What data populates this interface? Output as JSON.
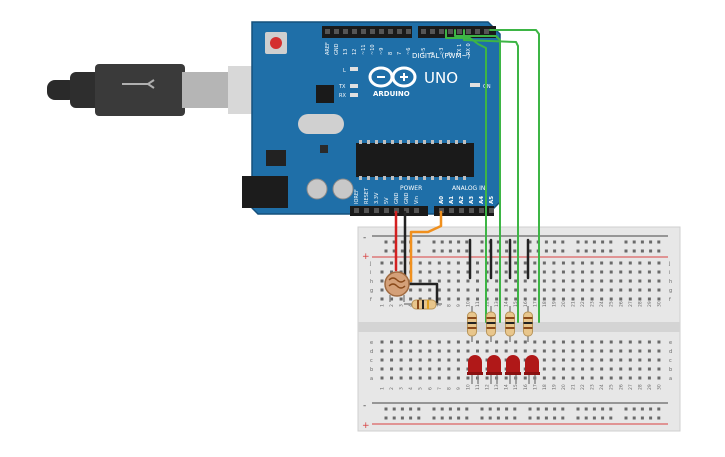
{
  "board": {
    "name": "UNO",
    "brand": "ARDUINO",
    "reset_label": "",
    "digital_label": "DIGITAL (PWM~)",
    "analog_label": "ANALOG IN",
    "power_label": "POWER",
    "led_l": "L",
    "led_tx": "TX",
    "led_rx": "RX",
    "led_on": "ON",
    "top_pins": [
      "AREF",
      "GND",
      "13",
      "12",
      "~11",
      "~10",
      "~9",
      "8",
      "7",
      "~6",
      "~5",
      "4",
      "~3",
      "2",
      "TX 1",
      "RX 0"
    ],
    "power_pins": [
      "IOREF",
      "RESET",
      "3.3V",
      "5V",
      "GND",
      "GND",
      "Vin"
    ],
    "analog_pins": [
      "A0",
      "A1",
      "A2",
      "A3",
      "A4",
      "A5"
    ]
  },
  "breadboard": {
    "row_letters_top": [
      "j",
      "i",
      "h",
      "g",
      "f"
    ],
    "row_letters_bottom": [
      "e",
      "d",
      "c",
      "b",
      "a"
    ],
    "column_numbers": [
      "1",
      "2",
      "3",
      "4",
      "5",
      "6",
      "7",
      "8",
      "9",
      "10",
      "11",
      "12",
      "13",
      "14",
      "15",
      "16",
      "17",
      "18",
      "19",
      "20",
      "21",
      "22",
      "23",
      "24",
      "25",
      "26",
      "27",
      "28",
      "29",
      "30"
    ],
    "rail_plus": "+",
    "rail_minus": "-"
  },
  "colors": {
    "board": "#1f6fa8",
    "board_dark": "#15507c",
    "wire_green": "#3db545",
    "wire_red": "#d32020",
    "wire_black": "#222222",
    "wire_orange": "#f0901e",
    "led_red": "#b01818",
    "rail_red": "#d84040",
    "breadboard": "#e7e7e7"
  },
  "components": {
    "usb_cable": "usb-cable-icon",
    "photoresistor": "photoresistor-icon",
    "resistor": "resistor-icon",
    "led": "red-led-icon"
  }
}
